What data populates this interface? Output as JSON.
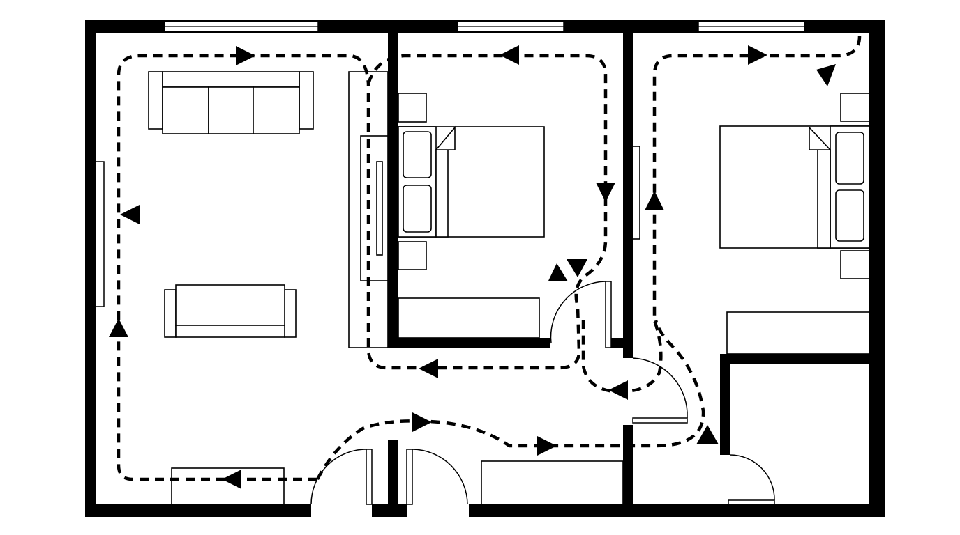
{
  "diagram": {
    "type": "floor-plan",
    "rooms": [
      {
        "name": "living-room",
        "furniture": [
          "sofa",
          "loveseat",
          "tv-console",
          "media-cabinet",
          "entry-bench"
        ]
      },
      {
        "name": "bedroom-1",
        "furniture": [
          "double-bed",
          "nightstand",
          "nightstand",
          "dresser",
          "wardrobe"
        ]
      },
      {
        "name": "bedroom-2",
        "furniture": [
          "double-bed",
          "nightstand",
          "nightstand",
          "dresser"
        ]
      },
      {
        "name": "closet",
        "furniture": []
      }
    ],
    "route_style": "dashed",
    "colors": {
      "wall": "#000000",
      "background": "#ffffff",
      "route": "#000000"
    },
    "icons": [
      "direction-arrow-icon"
    ]
  }
}
